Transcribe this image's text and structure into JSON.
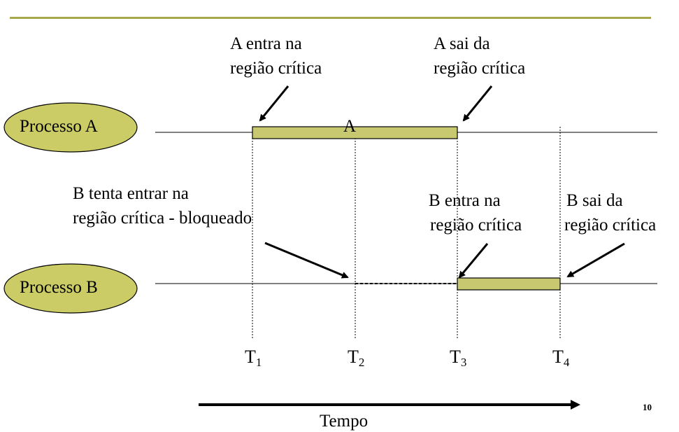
{
  "colors": {
    "accent": "#c8c870",
    "top_rule": "#a8a84a",
    "ellipse_fill": "#cccc66"
  },
  "processes": {
    "a_label": "Processo A",
    "b_label": "Processo B"
  },
  "bars": {
    "a_bar_label": "A"
  },
  "annotations": {
    "a_enters_line1": "A entra na",
    "a_enters_line2": "região crítica",
    "a_leaves_line1": "A sai da",
    "a_leaves_line2": "região crítica",
    "b_tries_line1": "B tenta entrar na",
    "b_tries_line2": "região crítica - bloqueado",
    "b_enters_line1": "B entra na",
    "b_enters_line2": "região crítica",
    "b_leaves_line1": "B sai da",
    "b_leaves_line2": "região crítica"
  },
  "ticks": [
    {
      "main": "T",
      "sub": "1"
    },
    {
      "main": "T",
      "sub": "2"
    },
    {
      "main": "T",
      "sub": "3"
    },
    {
      "main": "T",
      "sub": "4"
    }
  ],
  "time_axis": {
    "label": "Tempo"
  },
  "page_number": "10"
}
